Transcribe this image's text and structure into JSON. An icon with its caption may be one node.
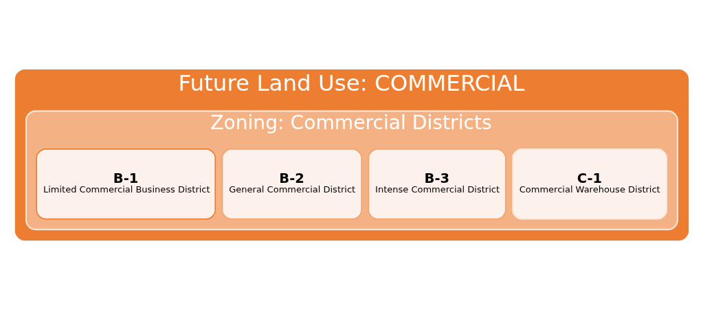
{
  "diagram": {
    "nodes": [
      {
        "text": [
          "Future Land Use: COMMERCIAL"
        ]
      },
      {
        "text": [
          "Zoning: Commercial Districts"
        ],
        "in": 0
      },
      {
        "text": [
          "B-1",
          "Limited Commercial Business District"
        ],
        "in": 1
      },
      {
        "text": [
          "B-2",
          "General Commercial District"
        ],
        "in": 1
      },
      {
        "text": [
          "B-3",
          "Intense Commercial District"
        ],
        "in": 1
      },
      {
        "text": [
          "C-1",
          "Commercial Warehouse District"
        ],
        "in": 1
      }
    ]
  }
}
